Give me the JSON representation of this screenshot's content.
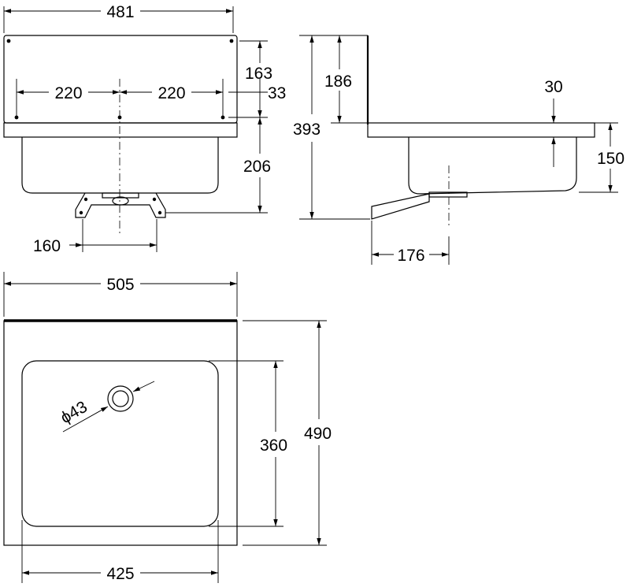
{
  "drawing": {
    "front_view": {
      "overall_width": "481",
      "hole_spacing_left": "220",
      "hole_spacing_right": "220",
      "backsplash_height": "163",
      "hole_offset": "33",
      "bowl_depth": "206",
      "bracket_width": "160"
    },
    "side_view": {
      "total_height": "393",
      "backsplash_height": "186",
      "rim_thickness": "30",
      "bowl_depth": "150",
      "drain_offset": "176"
    },
    "top_view": {
      "overall_width": "505",
      "overall_depth": "490",
      "bowl_depth": "360",
      "bowl_width": "425",
      "drain_diameter": "ϕ43"
    }
  }
}
